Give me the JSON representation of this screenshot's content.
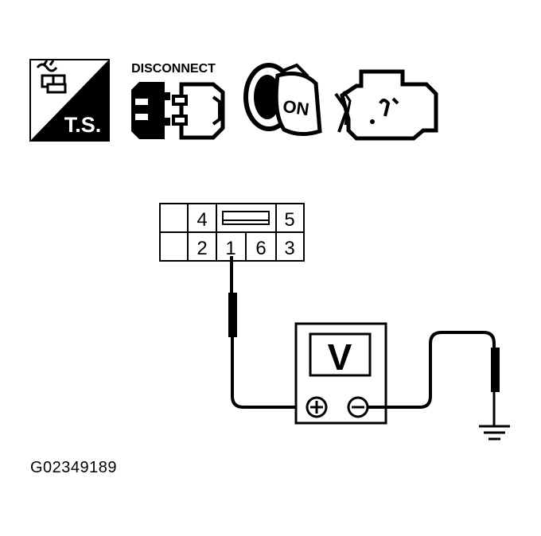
{
  "header_icons": {
    "ts_label": "T.S.",
    "disconnect_label": "DISCONNECT",
    "ignition_label": "ON",
    "icon_names": [
      "harness-ts-icon",
      "connector-disconnect-icon",
      "ignition-key-on-icon",
      "engine-icon"
    ]
  },
  "connector": {
    "pins_top": [
      "4",
      "5"
    ],
    "pins_bottom": [
      "2",
      "1",
      "6",
      "3"
    ]
  },
  "meter": {
    "label": "V",
    "plus_icon": "plus-terminal-icon",
    "minus_icon": "minus-terminal-icon"
  },
  "ground_icon": "ground-symbol-icon",
  "figure_ref": "G02349189"
}
